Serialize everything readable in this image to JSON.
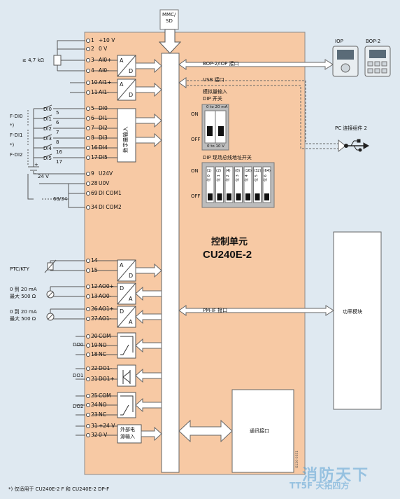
{
  "card": {
    "label": "MMC/\nSD",
    "label_l1": "MMC/",
    "label_l2": "SD"
  },
  "terminals": [
    {
      "num": "1",
      "sig": "+10 V"
    },
    {
      "num": "2",
      "sig": "0 V"
    },
    {
      "num": "3",
      "sig": "AI0+"
    },
    {
      "num": "4",
      "sig": "AI0-"
    },
    {
      "num": "10",
      "sig": "AI1+"
    },
    {
      "num": "11",
      "sig": "AI1-"
    },
    {
      "num": "5",
      "sig": "DI0"
    },
    {
      "num": "6",
      "sig": "DI1"
    },
    {
      "num": "7",
      "sig": "DI2"
    },
    {
      "num": "8",
      "sig": "DI3"
    },
    {
      "num": "16",
      "sig": "DI4"
    },
    {
      "num": "17",
      "sig": "DI5"
    },
    {
      "num": "9",
      "sig": "U24V"
    },
    {
      "num": "28",
      "sig": "U0V"
    },
    {
      "num": "69",
      "sig": "DI COM1"
    },
    {
      "num": "34",
      "sig": "DI COM2"
    },
    {
      "num": "14",
      "sig": ""
    },
    {
      "num": "15",
      "sig": ""
    },
    {
      "num": "12",
      "sig": "AO0+"
    },
    {
      "num": "13",
      "sig": "AO0-"
    },
    {
      "num": "26",
      "sig": "AO1+"
    },
    {
      "num": "27",
      "sig": "AO1-"
    },
    {
      "num": "20",
      "sig": "COM"
    },
    {
      "num": "19",
      "sig": "NO"
    },
    {
      "num": "18",
      "sig": "NC"
    },
    {
      "num": "22",
      "sig": "DO1-"
    },
    {
      "num": "21",
      "sig": "DO1+"
    },
    {
      "num": "25",
      "sig": "COM"
    },
    {
      "num": "24",
      "sig": "NO"
    },
    {
      "num": "23",
      "sig": "NC"
    },
    {
      "num": "31",
      "sig": "+24 V"
    },
    {
      "num": "32",
      "sig": "0 V"
    }
  ],
  "left_labels": {
    "resistor": "≥ 4,7 kΩ",
    "fdi0": "F-DI0",
    "fdi1": "F-DI1",
    "fdi2": "F-DI2",
    "star1": "*)",
    "star2": "*)",
    "di0": "DI0",
    "di1": "DI1",
    "di2": "DI2",
    "di3": "DI3",
    "di4": "DI4",
    "di5": "DI5",
    "dn5": "5",
    "dn6": "6",
    "dn7": "7",
    "dn8": "8",
    "dn16": "16",
    "dn17": "17",
    "v24": "24 V",
    "com": "69/34",
    "ptc": "PTC/KTY",
    "ao_range1": "0 到 20 mA",
    "ao_max1": "最大 500 Ω",
    "ao_range2": "0 到 20 mA",
    "ao_max2": "最大 500 Ω",
    "do0": "DO0",
    "do1": "DO1",
    "do2": "DO2",
    "plus": "+",
    "minus": "-"
  },
  "blocks": {
    "digital_input": "数字量输入",
    "ext_supply": "外部电\n源输入",
    "ext_l1": "外部电",
    "ext_l2": "源输入",
    "ad": "A",
    "dd": "D"
  },
  "center": {
    "title": "控制单元",
    "model": "CU240E-2",
    "comm": "通讯接口",
    "code": "G120-0351"
  },
  "interfaces": {
    "bop": "BOP-2/IOP 接口",
    "usb": "USB 接口",
    "analog_title": "模拟量输入",
    "dip_switch": "DIP 开关",
    "on": "ON",
    "off": "OFF",
    "ma_range": "0 to 20 mA",
    "v_range": "0 to 10 V",
    "addr_title": "DIP 现场总线地址开关",
    "addr_on": "ON",
    "addr_off": "OFF",
    "addr_bits": [
      "(1)",
      "(2)",
      "(4)",
      "(8)",
      "(16)",
      "(32)",
      "(64)"
    ],
    "addr_sub": [
      "位 0",
      "位 1",
      "位 2",
      "位 3",
      "位 4",
      "位 5",
      "位 6"
    ],
    "pmif": "PM-IF 接口"
  },
  "right": {
    "iop": "IOP",
    "bop2": "BOP-2",
    "pc": "PC 连接组件 2",
    "power": "功率模块"
  },
  "footnote": "*) 仅适用于 CU240E-2 F 和 CU240E-2 DP-F",
  "watermark": {
    "main": "消防天下",
    "sub": "TT5F 天拓四方"
  },
  "colors": {
    "background": "#dfe9f1",
    "board": "#f7c9a4",
    "board_border": "#8c8c8c",
    "arrow": "#ffffff"
  }
}
